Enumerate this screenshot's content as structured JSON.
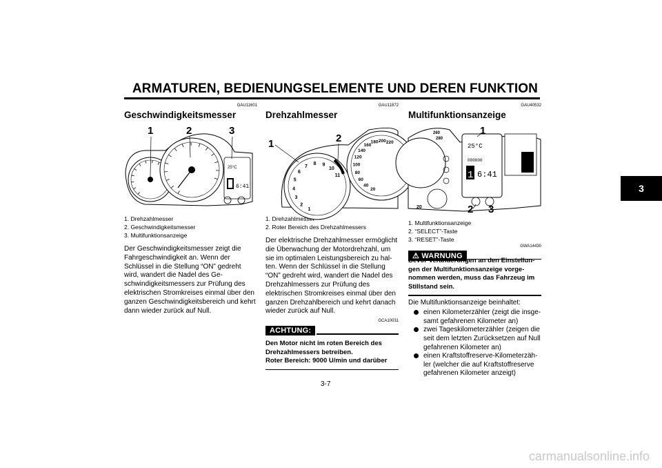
{
  "header": {
    "title": "ARMATUREN, BEDIENUNGSELEMENTE UND DEREN FUNKTION"
  },
  "chapter_tab": "3",
  "page_number": "3-7",
  "watermark": "carmanualsonline.info",
  "col1": {
    "code": "GAU11601",
    "title": "Geschwindigkeitsmesser",
    "callouts": [
      "1",
      "2",
      "3"
    ],
    "captions": [
      "1. Drehzahlmesser",
      "2. Geschwindigkeitsmesser",
      "3. Multifunktionsanzeige"
    ],
    "body": "Der Geschwindigkeitsmesser zeigt die Fahrgeschwindigkeit an. Wenn der Schlüssel in die Stellung “ON” gedreht wird, wandert die Nadel des Ge­schwindigkeitsmessers zur Prüfung des elektrischen Stromkreises einmal über den ganzen Geschwindigkeitsbereich und kehrt dann wieder zurück auf Null."
  },
  "col2": {
    "code": "GAU11872",
    "title": "Drehzahlmesser",
    "callouts": [
      "1",
      "2"
    ],
    "captions": [
      "1. Drehzahlmesser",
      "2. Roter Bereich des Drehzahlmessers"
    ],
    "body": "Der elektrische Drehzahlmesser ermöglicht die Überwachung der Motordrehzahl, um sie im optimalen Leistungsbereich zu hal­ten. Wenn der Schlüssel in die Stellung “ON” gedreht wird, wandert die Nadel des Dreh­zahlmessers zur Prüfung des elektrischen Stromkreises einmal über den ganzen Drehzahlbereich und kehrt danach wieder zurück auf Null.",
    "notice_code": "GCA10031",
    "notice_label": "ACHTUNG:",
    "notice_text": "Den Motor nicht im roten Bereich des Drehzahlmessers betreiben.",
    "notice_text2": "Roter Bereich: 9000 U/min und darüber"
  },
  "col3": {
    "code": "GAU40532",
    "title": "Multifunktionsanzeige",
    "callouts": [
      "1",
      "2",
      "3"
    ],
    "captions": [
      "1. Multifunktionsanzeige",
      "2. “SELECT”-Taste",
      "3. “RESET”-Taste"
    ],
    "warning_code": "GWA14430",
    "warning_label": "WARNUNG",
    "warning_text": "Bevor Veränderungen an den Einstellun­gen der Multifunktionsanzeige vorge­nommen werden, muss das Fahrzeug im Stillstand sein.",
    "intro": "Die Multifunktionsanzeige beinhaltet:",
    "bullets": [
      "einen Kilometerzähler (zeigt die insge­samt gefahrenen Kilometer an)",
      "zwei Tageskilometerzähler (zeigen die seit dem letzten Zurücksetzen auf Null gefahrenen Kilometer an)",
      "einen Kraftstoffreserve-Kilometerzäh­ler (welcher die auf Kraftstoffreserve gefahrenen Kilometer anzeigt)"
    ]
  },
  "gauge": {
    "tach_ticks": [
      "1",
      "2",
      "3",
      "4",
      "5",
      "6",
      "7",
      "8",
      "9",
      "10",
      "11"
    ],
    "speed_ticks": [
      "20",
      "40",
      "60",
      "80",
      "100",
      "120",
      "140",
      "160",
      "180",
      "200",
      "220"
    ],
    "speed_ticks_partial": [
      "260",
      "280"
    ],
    "display_temp": "25°C",
    "display_time": "6:41",
    "display_gear": "1",
    "display_odo": "000000"
  }
}
